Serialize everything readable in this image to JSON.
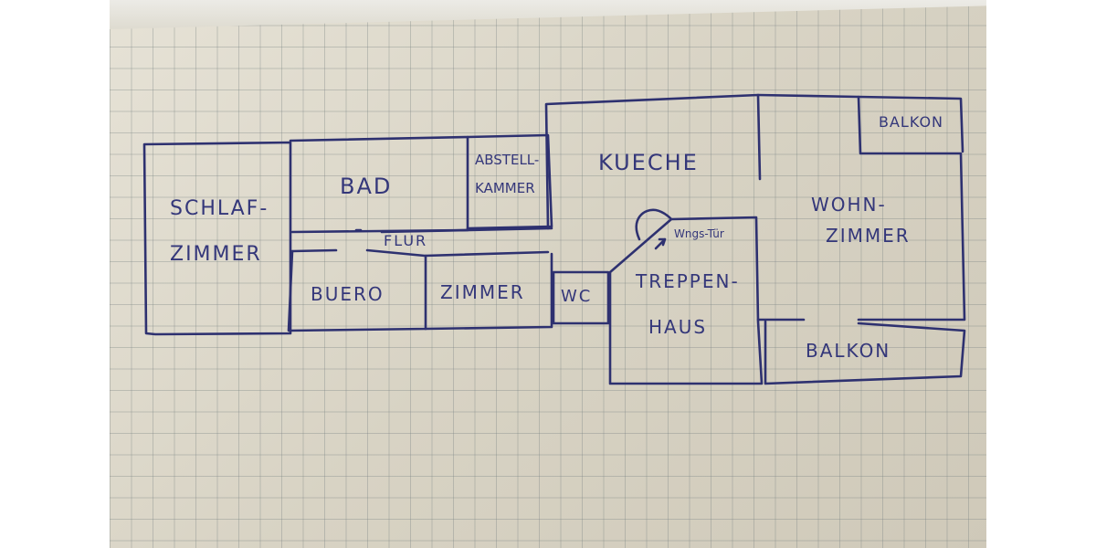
{
  "diagram": {
    "type": "floor-plan-sketch",
    "medium": "hand-drawn on graph paper",
    "ink_color": "#2e3170",
    "paper_color": "#d9d4c5",
    "rooms": [
      {
        "id": "schlafzimmer",
        "label_line1": "SCHLAF-",
        "label_line2": "ZIMMER"
      },
      {
        "id": "bad",
        "label": "BAD"
      },
      {
        "id": "abstellkammer",
        "label_line1": "ABSTELL-",
        "label_line2": "KAMMER"
      },
      {
        "id": "kueche",
        "label": "KUECHE"
      },
      {
        "id": "balkon-top",
        "label": "BALKON"
      },
      {
        "id": "wohnzimmer",
        "label_line1": "WOHN-",
        "label_line2": "ZIMMER"
      },
      {
        "id": "flur",
        "label": "FLUR"
      },
      {
        "id": "buero",
        "label": "BUERO"
      },
      {
        "id": "zimmer",
        "label": "ZIMMER"
      },
      {
        "id": "wc",
        "label": "WC"
      },
      {
        "id": "treppenhaus",
        "label_line1": "TREPPEN-",
        "label_line2": "HAUS"
      },
      {
        "id": "balkon-bottom",
        "label": "BALKON"
      }
    ],
    "annotations": [
      {
        "id": "door-note",
        "label": "Wngs-Tür",
        "pointer": "arrow to door swing"
      }
    ]
  }
}
